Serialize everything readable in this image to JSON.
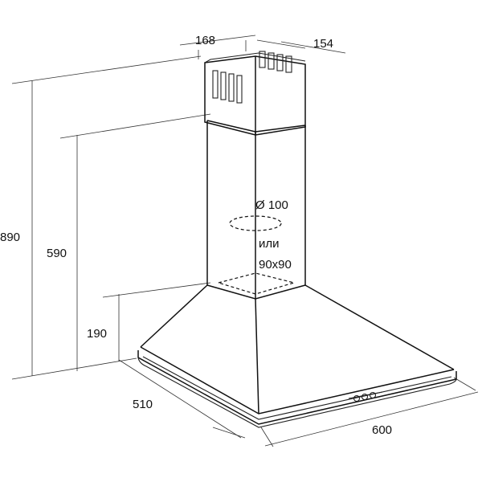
{
  "dimensions": {
    "chimney_width": "168",
    "chimney_depth": "154",
    "total_height": "890",
    "mid_height": "590",
    "canopy_height": "190",
    "hood_depth": "510",
    "hood_width": "600"
  },
  "outlet": {
    "round": "Ø 100",
    "or_word": "или",
    "square": "90x90"
  },
  "colors": {
    "line": "#222222",
    "background": "#ffffff"
  }
}
